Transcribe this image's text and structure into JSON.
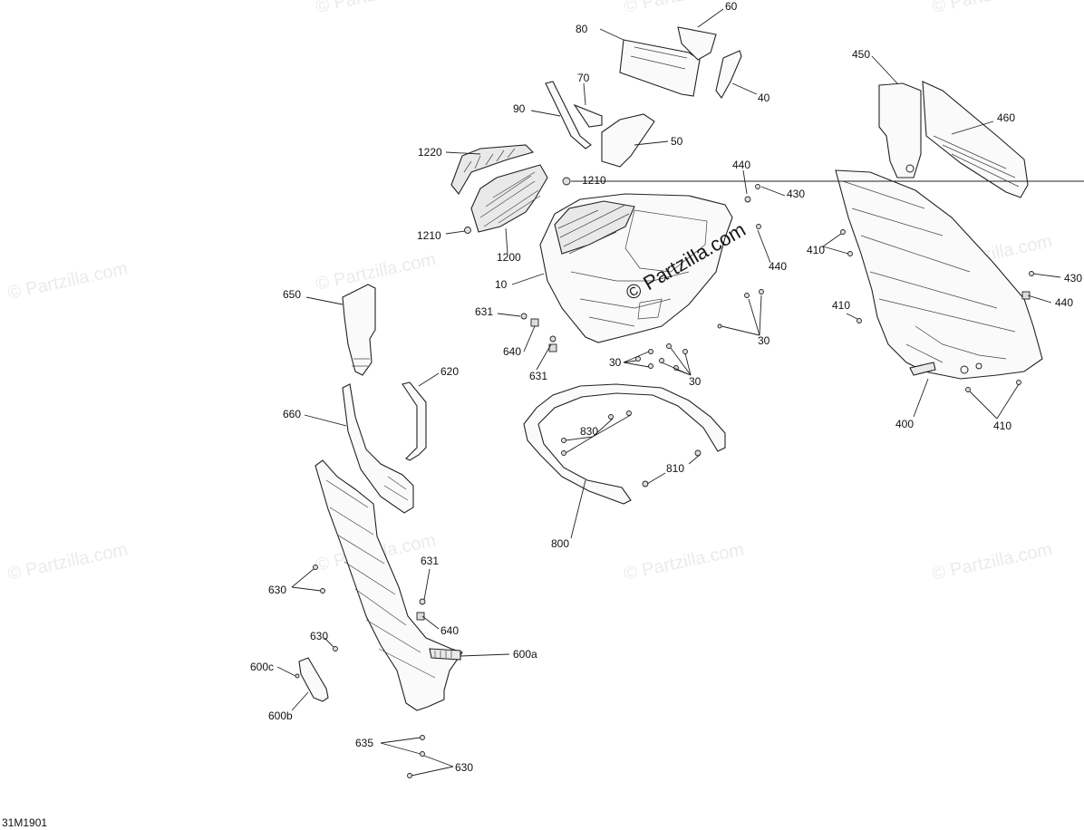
{
  "diagram": {
    "drawing_code": "31M1901",
    "watermark_center": "© Partzilla.com",
    "watermark_tile": "© Partzilla.com",
    "callouts": [
      {
        "id": "c60",
        "label": "60"
      },
      {
        "id": "c80",
        "label": "80"
      },
      {
        "id": "c40",
        "label": "40"
      },
      {
        "id": "c70",
        "label": "70"
      },
      {
        "id": "c90",
        "label": "90"
      },
      {
        "id": "c50",
        "label": "50"
      },
      {
        "id": "c1220",
        "label": "1220"
      },
      {
        "id": "c1210a",
        "label": "1210"
      },
      {
        "id": "c1210b",
        "label": "1210"
      },
      {
        "id": "c1200",
        "label": "1200"
      },
      {
        "id": "c10",
        "label": "10"
      },
      {
        "id": "c440a",
        "label": "440"
      },
      {
        "id": "c430a",
        "label": "430"
      },
      {
        "id": "c440b",
        "label": "440"
      },
      {
        "id": "c631a",
        "label": "631"
      },
      {
        "id": "c640a",
        "label": "640"
      },
      {
        "id": "c631b",
        "label": "631"
      },
      {
        "id": "c30a",
        "label": "30"
      },
      {
        "id": "c30b",
        "label": "30"
      },
      {
        "id": "c30c",
        "label": "30"
      },
      {
        "id": "c450",
        "label": "450"
      },
      {
        "id": "c460",
        "label": "460"
      },
      {
        "id": "c410a",
        "label": "410"
      },
      {
        "id": "c410b",
        "label": "410"
      },
      {
        "id": "c430b",
        "label": "430"
      },
      {
        "id": "c440c",
        "label": "440"
      },
      {
        "id": "c400",
        "label": "400"
      },
      {
        "id": "c410c",
        "label": "410"
      },
      {
        "id": "c650",
        "label": "650"
      },
      {
        "id": "c620",
        "label": "620"
      },
      {
        "id": "c660",
        "label": "660"
      },
      {
        "id": "c830",
        "label": "830"
      },
      {
        "id": "c810",
        "label": "810"
      },
      {
        "id": "c800",
        "label": "800"
      },
      {
        "id": "c630a",
        "label": "630"
      },
      {
        "id": "c631c",
        "label": "631"
      },
      {
        "id": "c640b",
        "label": "640"
      },
      {
        "id": "c630b",
        "label": "630"
      },
      {
        "id": "c600a",
        "label": "600a"
      },
      {
        "id": "c600c",
        "label": "600c"
      },
      {
        "id": "c600b",
        "label": "600b"
      },
      {
        "id": "c635",
        "label": "635"
      },
      {
        "id": "c630c",
        "label": "630"
      }
    ]
  }
}
